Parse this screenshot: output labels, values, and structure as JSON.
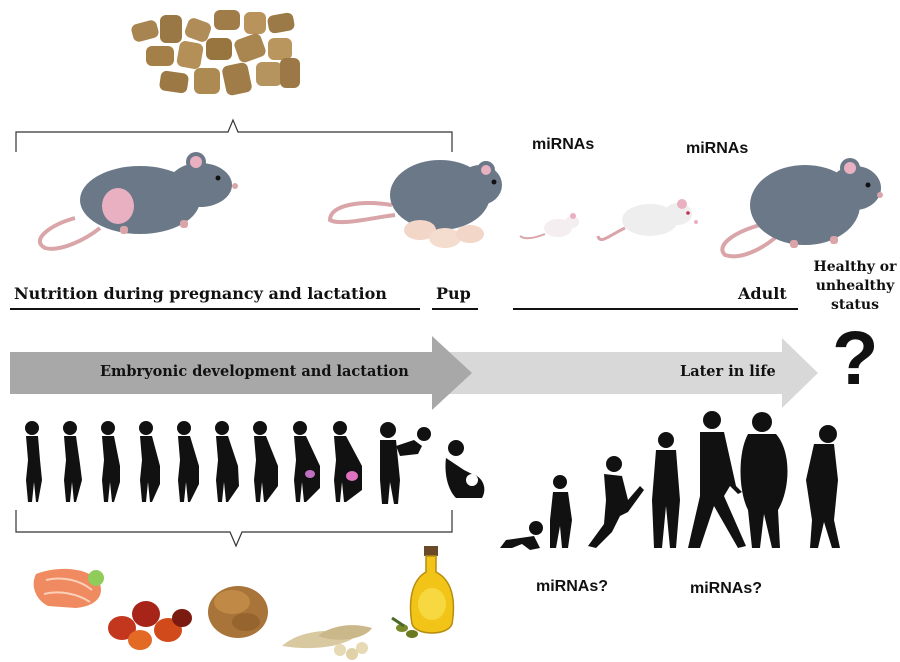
{
  "labels": {
    "mirnas_1": "miRNAs",
    "mirnas_2": "miRNAs",
    "mirnas_q1": "miRNAs?",
    "mirnas_q2": "miRNAs?",
    "nutrition": "Nutrition during pregnancy and lactation",
    "pup": "Pup",
    "adult": "Adult",
    "status": "Healthy or unhealthy status",
    "question_mark": "?",
    "arrow_dev": "Embryonic development and lactation",
    "arrow_later": "Later in life"
  },
  "colors": {
    "rat_body": "#6b7888",
    "rat_tail": "#d9a5a9",
    "pink": "#e8b0c0",
    "arrow_dark": "#a8a8a8",
    "arrow_light": "#d8d8d8",
    "pellet": "#a88450",
    "silhouette": "#111111"
  },
  "icons": {
    "feed": "rodent-feed-pellets",
    "foods": [
      "salmon",
      "palm-fruit",
      "flax-seeds",
      "soybeans",
      "olive-oil"
    ]
  }
}
